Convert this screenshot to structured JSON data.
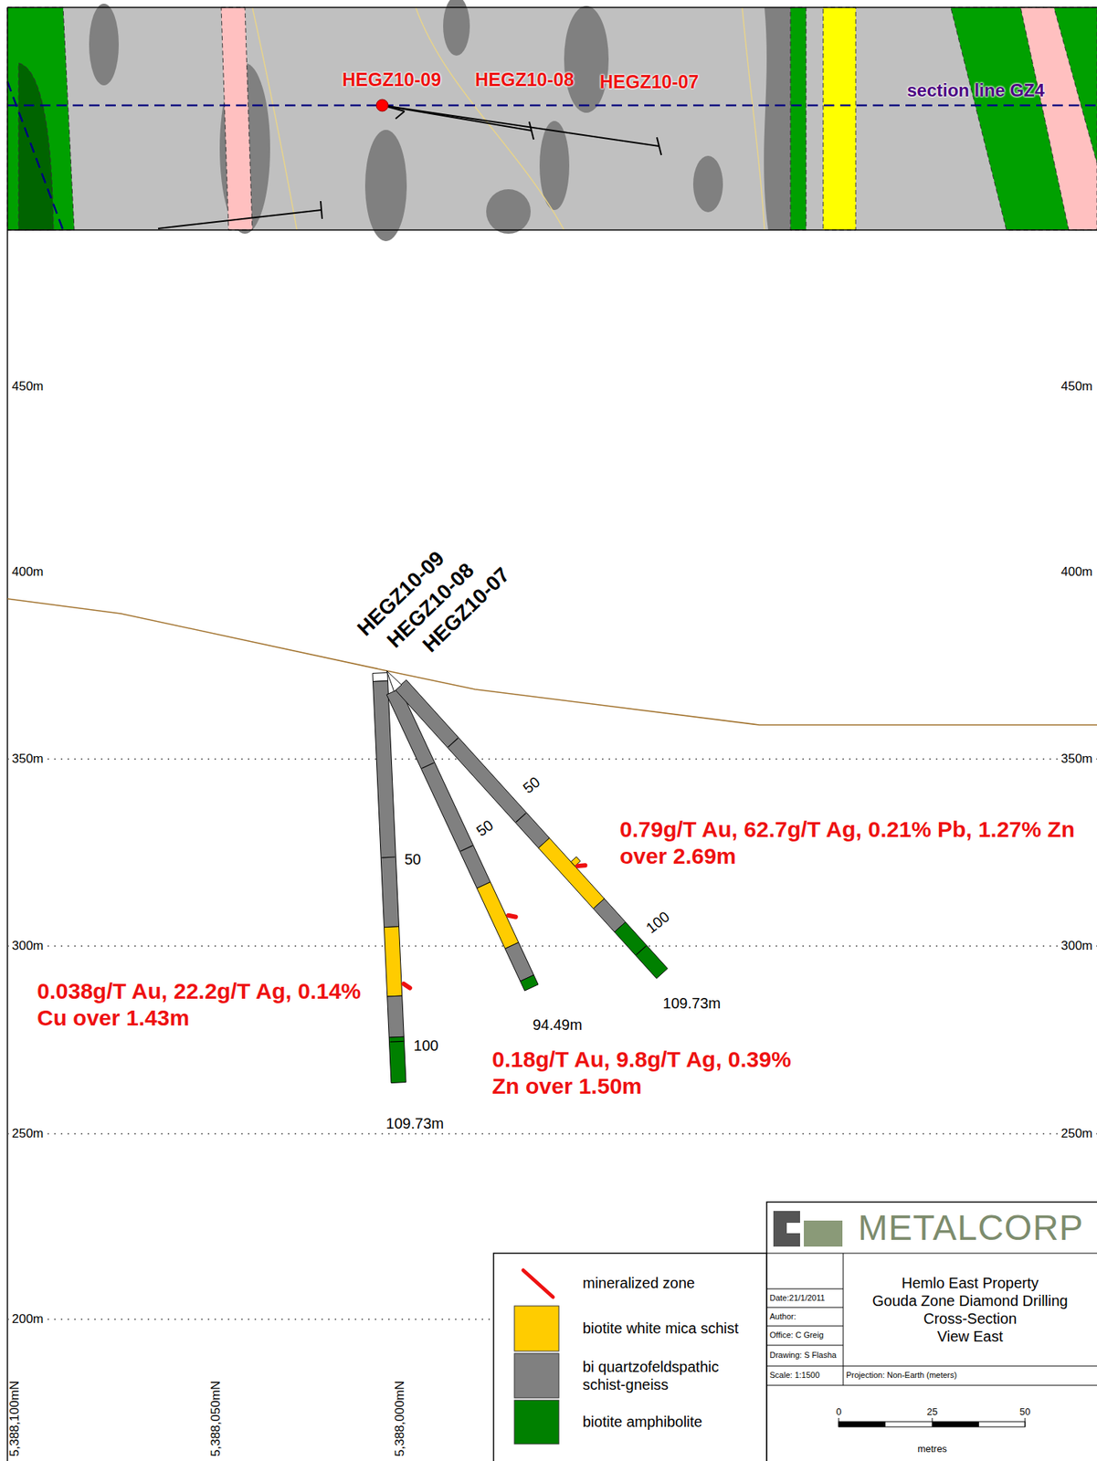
{
  "diagram": {
    "nodes": [
      {
        "text": [
          "METALCORP"
        ]
      },
      {
        "text": [
          "Hemlo East Property",
          "Gouda Zone Diamond Drilling",
          "Cross-Section",
          "View East"
        ]
      },
      {
        "text": [
          "Date:21/1/2011"
        ]
      },
      {
        "text": [
          "Author:"
        ]
      },
      {
        "text": [
          "Office: C Greig"
        ]
      },
      {
        "text": [
          "Drawing: S Flasha"
        ]
      },
      {
        "text": [
          "Scale: 1:1500"
        ]
      },
      {
        "text": [
          "Projection: Non-Earth (meters)"
        ]
      }
    ],
    "labels": [
      "HEGZ10-09",
      "HEGZ10-08",
      "HEGZ10-07",
      "section line GZ4",
      "450m",
      "450m",
      "400m",
      "400m",
      "350m",
      "350m",
      "300m",
      "300m",
      "250m",
      "250m",
      "200m",
      "HEGZ10-09",
      "HEGZ10-08",
      "HEGZ10-07",
      "50",
      "50",
      "50",
      "100",
      "100",
      "0.79g/T Au, 62.7g/T Ag, 0.21% Pb, 1.27% Zn over 2.69m",
      "0.038g/T Au, 22.2g/T Ag, 0.14% Cu over 1.43m",
      "0.18g/T Au, 9.8g/T Ag, 0.39% Zn over 1.50m",
      "109.73m",
      "94.49m",
      "109.73m",
      "5,388,100mN",
      "5,388,050mN",
      "5,388,000mN",
      "0",
      "25",
      "50",
      "metres"
    ],
    "legend": [
      {
        "text": "mineralized zone"
      },
      {
        "text": "biotite white mica schist",
        "color": "#ffcc00"
      },
      {
        "text": "bi quartzofeldspathic schist-gneiss",
        "color": "#808080"
      },
      {
        "text": "biotite amphibolite",
        "color": "#008000"
      }
    ]
  }
}
